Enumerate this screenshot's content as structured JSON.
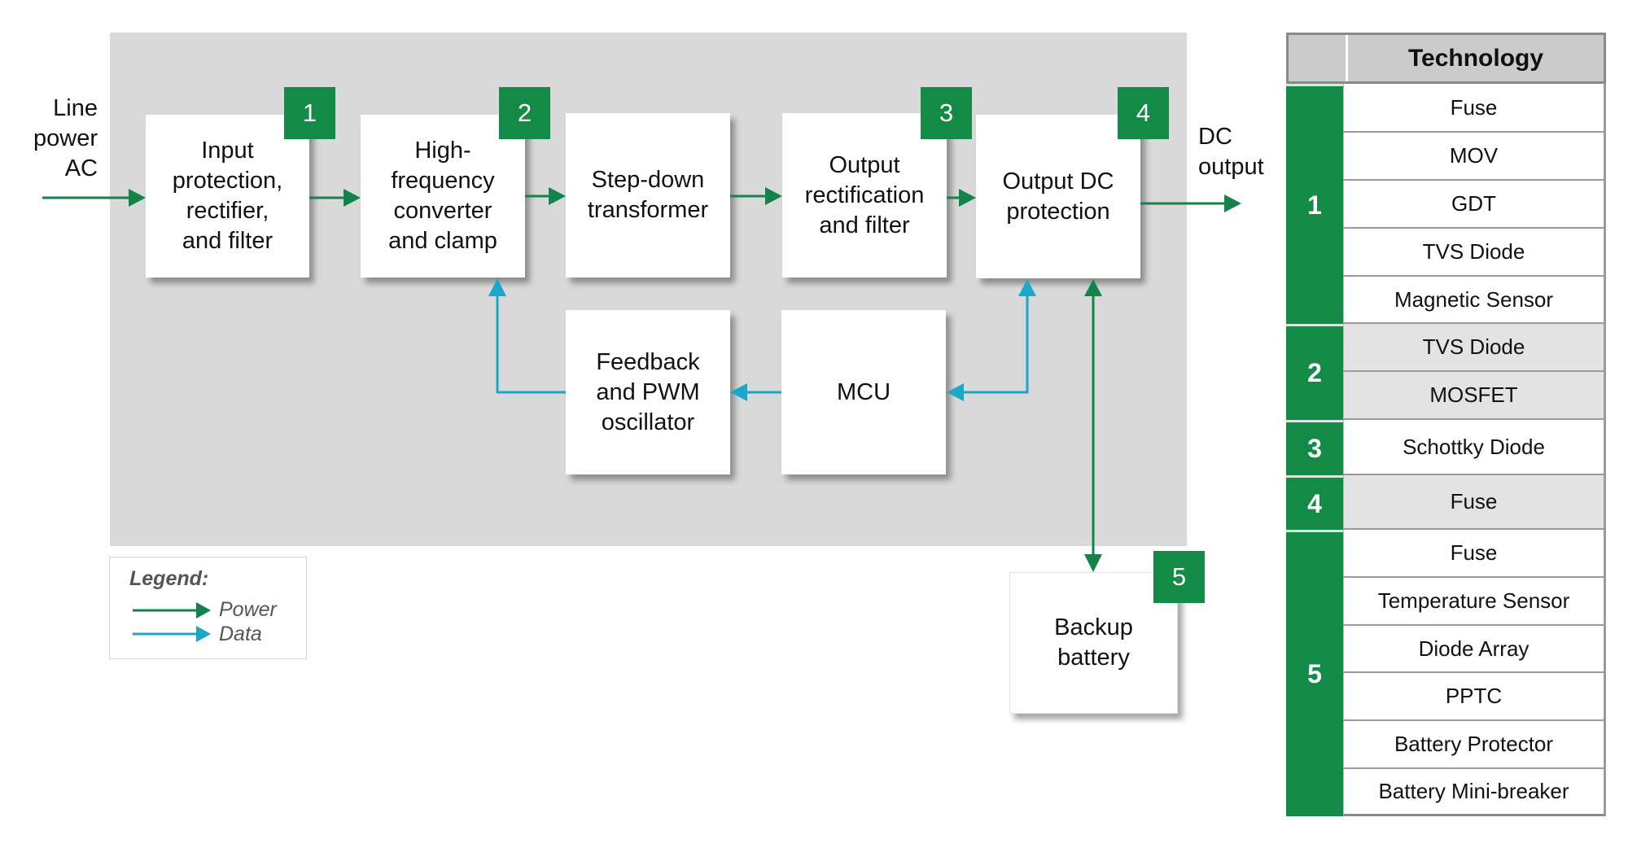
{
  "diagram": {
    "input_label": "Line\npower\nAC",
    "output_label": "DC\noutput",
    "blocks": [
      {
        "id": "input-protection",
        "label": "Input\nprotection,\nrectifier,\nand filter",
        "badge": "1"
      },
      {
        "id": "hf-converter",
        "label": "High-\nfrequency\nconverter\nand clamp",
        "badge": "2"
      },
      {
        "id": "step-down",
        "label": "Step-down\ntransformer",
        "badge": ""
      },
      {
        "id": "output-rectification",
        "label": "Output\nrectification\nand filter",
        "badge": "3"
      },
      {
        "id": "output-dc-protection",
        "label": "Output DC\nprotection",
        "badge": "4"
      },
      {
        "id": "feedback-pwm",
        "label": "Feedback\nand PWM\noscillator",
        "badge": ""
      },
      {
        "id": "mcu",
        "label": "MCU",
        "badge": ""
      },
      {
        "id": "backup-battery",
        "label": "Backup\nbattery",
        "badge": "5"
      }
    ],
    "colors": {
      "power": "#13834a",
      "data": "#1ba7c9",
      "badge": "#138a46",
      "panel": "#d9d9d9"
    }
  },
  "legend": {
    "title": "Legend:",
    "items": [
      {
        "type": "power",
        "label": "Power"
      },
      {
        "type": "data",
        "label": "Data"
      }
    ]
  },
  "table": {
    "header": "Technology",
    "groups": [
      {
        "number": "1",
        "shaded": false,
        "items": [
          "Fuse",
          "MOV",
          "GDT",
          "TVS Diode",
          "Magnetic Sensor"
        ]
      },
      {
        "number": "2",
        "shaded": true,
        "items": [
          "TVS Diode",
          "MOSFET"
        ]
      },
      {
        "number": "3",
        "shaded": false,
        "items": [
          "Schottky Diode"
        ]
      },
      {
        "number": "4",
        "shaded": true,
        "items": [
          "Fuse"
        ]
      },
      {
        "number": "5",
        "shaded": false,
        "items": [
          "Fuse",
          "Temperature Sensor",
          "Diode Array",
          "PPTC",
          "Battery Protector",
          "Battery Mini-breaker"
        ]
      }
    ]
  }
}
